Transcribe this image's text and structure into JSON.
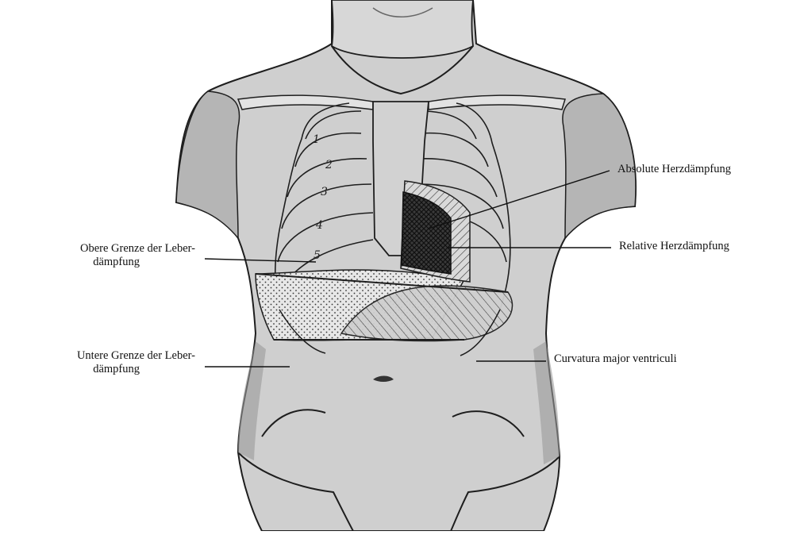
{
  "labels": {
    "absolute": "Absolute Herzdämpfung",
    "relative": "Relative Herzdämpfung",
    "curvatura": "Curvatura major ventriculi",
    "obere_line1": "Obere Grenze der Leber-",
    "obere_line2": "dämpfung",
    "untere_line1": "Untere Grenze der Leber-",
    "untere_line2": "dämpfung"
  },
  "rib_numbers": [
    "1",
    "2",
    "3",
    "4",
    "5"
  ],
  "colors": {
    "skin": "#cfcfcf",
    "skin_dark": "#9a9a9a",
    "outline": "#1e1e1e",
    "liver_dots": "#2a2a2a",
    "heart_dark": "#2b2b2b"
  }
}
